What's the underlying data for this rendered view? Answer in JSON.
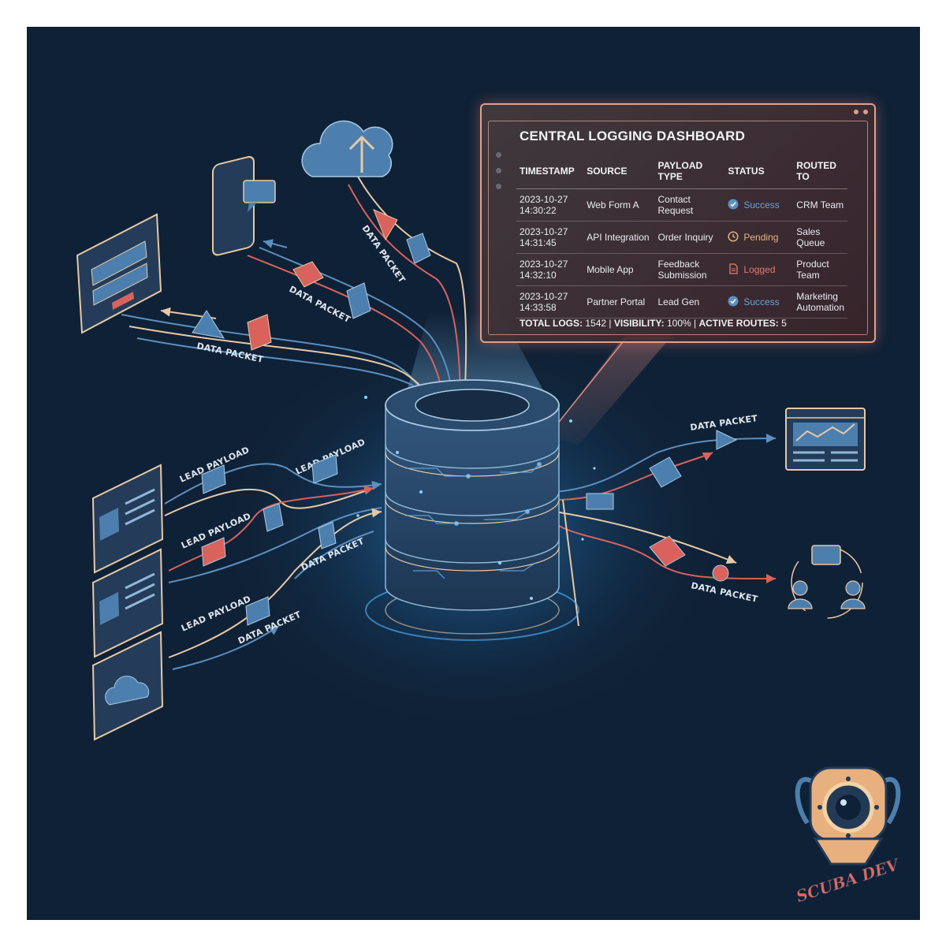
{
  "dashboard": {
    "title": "CENTRAL LOGGING DASHBOARD",
    "columns": [
      "TIMESTAMP",
      "SOURCE",
      "PAYLOAD TYPE",
      "STATUS",
      "ROUTED TO"
    ],
    "rows": [
      {
        "date": "2023-10-27",
        "time": "14:30:22",
        "source": "Web Form A",
        "payload_1": "Contact",
        "payload_2": "Request",
        "status": "Success",
        "status_icon": "check-circle-icon",
        "routed_1": "CRM Team",
        "routed_2": ""
      },
      {
        "date": "2023-10-27",
        "time": "14:31:45",
        "source": "API Integration",
        "payload_1": "Order Inquiry",
        "payload_2": "",
        "status": "Pending",
        "status_icon": "clock-icon",
        "routed_1": "Sales Queue",
        "routed_2": ""
      },
      {
        "date": "2023-10-27",
        "time": "14:32:10",
        "source": "Mobile App",
        "payload_1": "Feedback",
        "payload_2": "Submission",
        "status": "Logged",
        "status_icon": "document-icon",
        "routed_1": "Product Team",
        "routed_2": ""
      },
      {
        "date": "2023-10-27",
        "time": "14:33:58",
        "source": "Partner Portal",
        "payload_1": "Lead Gen",
        "payload_2": "",
        "status": "Success",
        "status_icon": "check-circle-icon",
        "routed_1": "Marketing",
        "routed_2": "Automation"
      }
    ],
    "footer": {
      "total_label": "TOTAL LOGS:",
      "total_value": "1542",
      "visibility_label": "VISIBILITY:",
      "visibility_value": "100%",
      "routes_label": "ACTIVE ROUTES:",
      "routes_value": "5"
    }
  },
  "labels": {
    "data_packet": "DATA PACKET",
    "lead_payload": "LEAD PAYLOAD"
  },
  "logo": {
    "text": "SCUBA DEV",
    "icon": "diving-helmet-icon"
  },
  "colors": {
    "background": "#0f2136",
    "blue": "#5b8fbf",
    "red": "#d9625c",
    "cream": "#e7c9a4",
    "glow": "#4fb6ff"
  }
}
